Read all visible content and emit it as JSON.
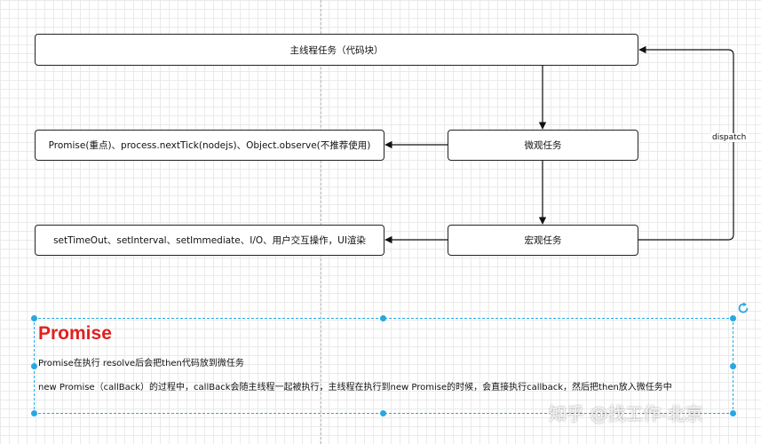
{
  "diagram": {
    "main_task": "主线程任务（代码块）",
    "micro_task": "微观任务",
    "macro_task": "宏观任务",
    "micro_examples": "Promise(重点)、process.nextTick(nodejs)、Object.observe(不推荐使用)",
    "macro_examples": "setTimeOut、setInterval、setImmediate、I/O、用户交互操作，UI渲染",
    "dispatch_label": "dispatch"
  },
  "note": {
    "title": "Promise",
    "line1": "Promise在执行 resolve后会把then代码放到微任务",
    "line2": "new Promise（callBack）的过程中，callBack会随主线程一起被执行，主线程在执行到new Promise的时候，会直接执行callback，然后把then放入微任务中"
  },
  "watermark": "知乎 @找工作-北京",
  "colors": {
    "accent": "#e02020",
    "selection": "#29a7e1"
  }
}
